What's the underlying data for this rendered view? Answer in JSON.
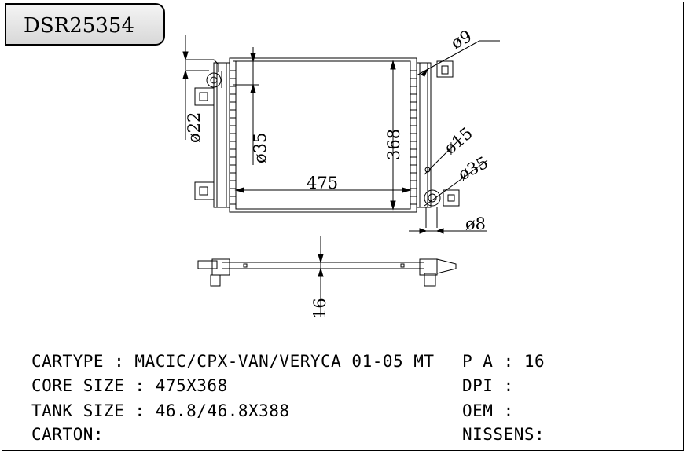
{
  "title": "DSR25354",
  "dimensions": {
    "d9": "ø9",
    "d22": "ø22",
    "d35_left": "ø35",
    "h368": "368",
    "d15": "ø15",
    "d35_right": "ø35",
    "w475": "475",
    "d8": "ø8",
    "t16": "16"
  },
  "specs": {
    "cartype": "CARTYPE : MACIC/CPX-VAN/VERYCA 01-05 MT",
    "pa": "P A : 16",
    "core_size": "CORE SIZE : 475X368",
    "dpi": "DPI :",
    "tank_size": "TANK SIZE : 46.8/46.8X388",
    "oem": "OEM :",
    "carton": "CARTON:",
    "nissens": "NISSENS:"
  }
}
